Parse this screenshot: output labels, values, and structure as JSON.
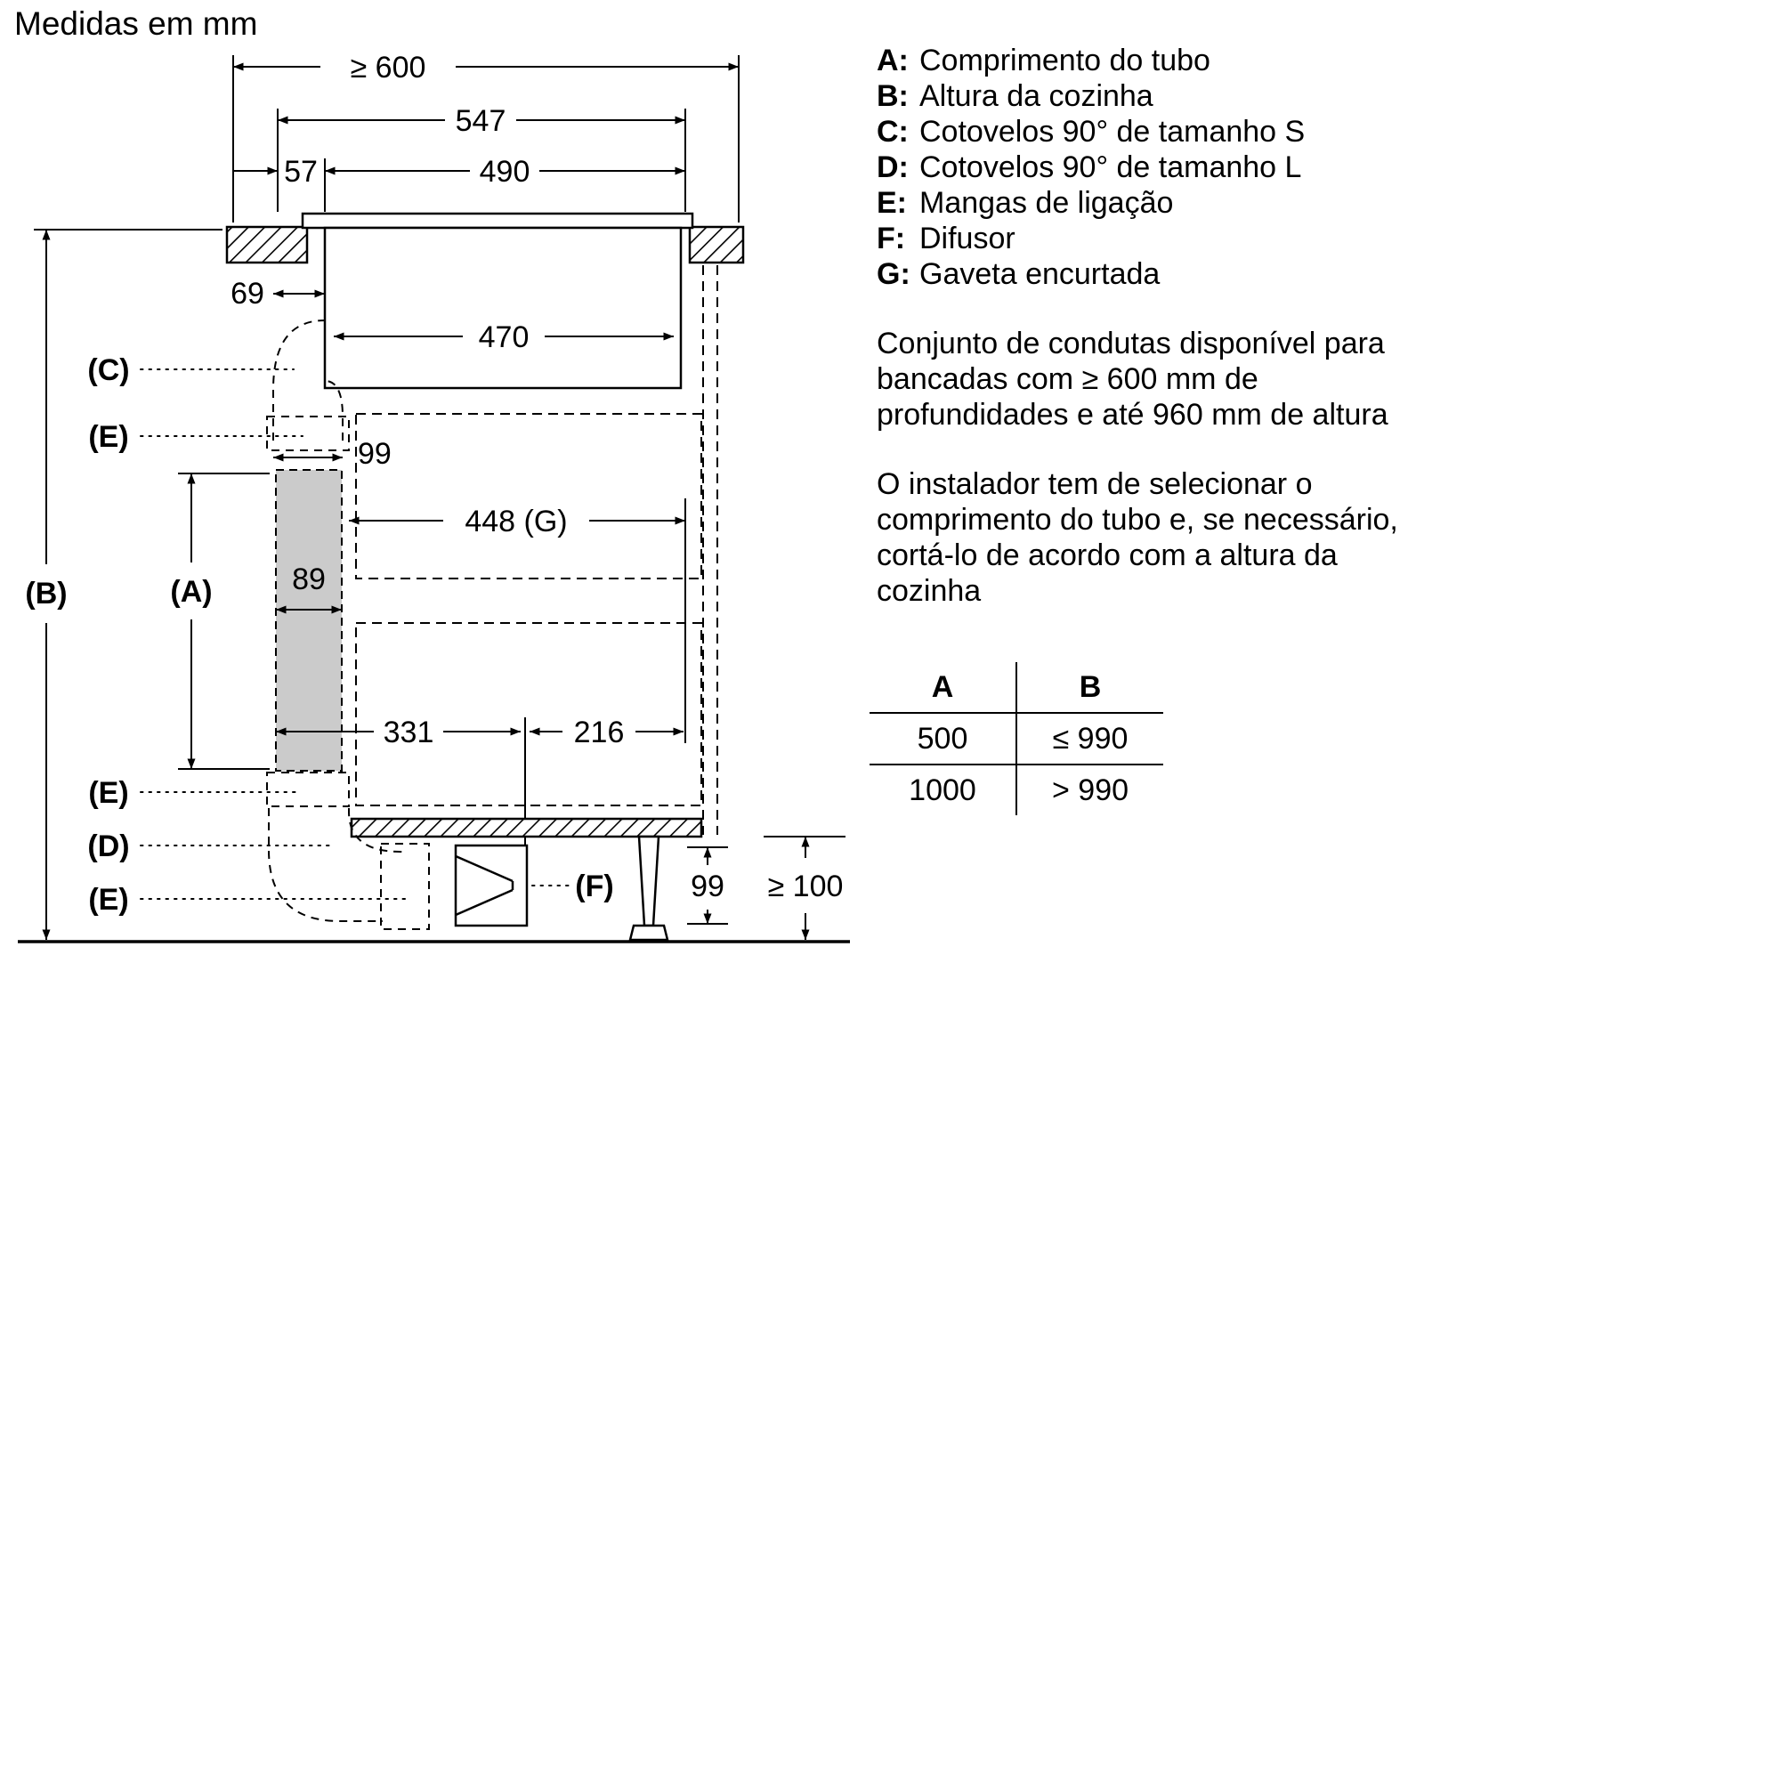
{
  "title": "Medidas em mm",
  "dims": {
    "depth": "≥ 600",
    "width547": "547",
    "offset57": "57",
    "width490": "490",
    "offset69": "69",
    "width470": "470",
    "sleeve99": "99",
    "drawer448": "448 (G)",
    "duct89": "89",
    "run331": "331",
    "run216": "216",
    "plinth99": "99",
    "clearance": "≥ 100"
  },
  "labels": {
    "a": "(A)",
    "b": "(B)",
    "c": "(C)",
    "d": "(D)",
    "e": "(E)",
    "f": "(F)"
  },
  "legend": [
    {
      "key": "A:",
      "text": "Comprimento do tubo"
    },
    {
      "key": "B:",
      "text": "Altura da cozinha"
    },
    {
      "key": "C:",
      "text": "Cotovelos 90° de tamanho S"
    },
    {
      "key": "D:",
      "text": "Cotovelos 90° de tamanho L"
    },
    {
      "key": "E:",
      "text": "Mangas de ligação"
    },
    {
      "key": "F:",
      "text": "Difusor"
    },
    {
      "key": "G:",
      "text": "Gaveta encurtada"
    }
  ],
  "paragraphs": [
    "Conjunto de condutas disponível para bancadas com ≥ 600 mm de profundidades e até 960 mm de altura",
    "O instalador tem de selecionar o comprimento do tubo e, se necessário, cortá-lo de acordo com a altura da cozinha"
  ],
  "table": {
    "headers": [
      "A",
      "B"
    ],
    "rows": [
      [
        "500",
        "≤ 990"
      ],
      [
        "1000",
        "> 990"
      ]
    ]
  }
}
